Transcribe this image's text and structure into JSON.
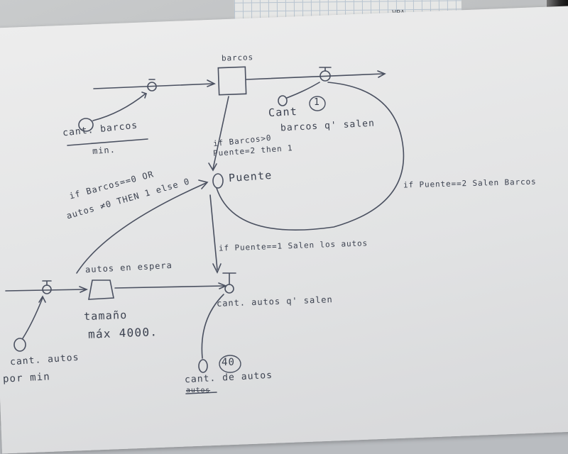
{
  "grid_sheet": {
    "text": "VPA"
  },
  "notes": {
    "barcos": "barcos",
    "cant_barcos": "cant. barcos",
    "min": "min.",
    "cant": "Cant",
    "cant_value": "1",
    "barcos_q_salen": "barcos q' salen",
    "if_line1": "if Barcos>0",
    "if_line2": "Puente=2   then 1",
    "puente": "Puente",
    "if_puente_2": "if Puente==2 Salen Barcos",
    "if_long_line1": "if Barcos==0 OR",
    "if_long_line2": "autos ≠0 THEN 1 else 0",
    "if_puente_1": "if Puente==1 Salen los autos",
    "autos_en_espera": "autos en espera",
    "cant_autos_q_salen": "cant. autos q' salen",
    "tamano": "tamaño",
    "max": "máx 4000.",
    "cant_autos": "cant. autos",
    "por_min": "por min",
    "cant_40_value": "40",
    "cant_de_autos": "cant. de autos",
    "autos_struck": "autos"
  }
}
